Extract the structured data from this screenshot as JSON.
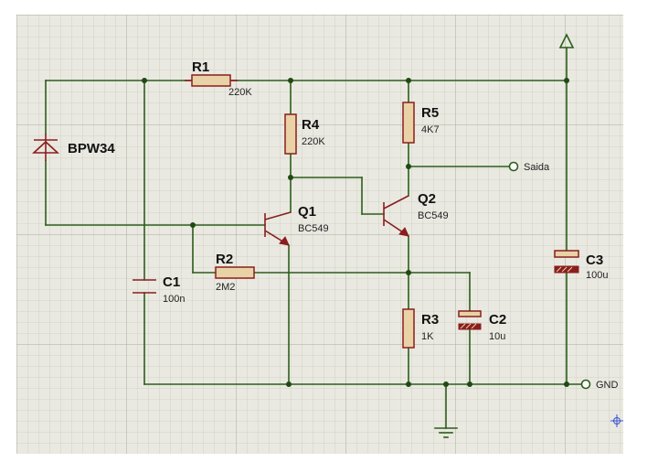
{
  "components": {
    "r1": {
      "ref": "R1",
      "value": "220K"
    },
    "r2": {
      "ref": "R2",
      "value": "2M2"
    },
    "r3": {
      "ref": "R3",
      "value": "1K"
    },
    "r4": {
      "ref": "R4",
      "value": "220K"
    },
    "r5": {
      "ref": "R5",
      "value": "4K7"
    },
    "c1": {
      "ref": "C1",
      "value": "100n"
    },
    "c2": {
      "ref": "C2",
      "value": "10u"
    },
    "c3": {
      "ref": "C3",
      "value": "100u"
    },
    "q1": {
      "ref": "Q1",
      "value": "BC549"
    },
    "q2": {
      "ref": "Q2",
      "value": "BC549"
    },
    "d1": {
      "ref": "BPW34"
    }
  },
  "terminals": {
    "output": "Saida",
    "ground": "GND"
  },
  "colors": {
    "background": "#e9e9e1",
    "grid_minor": "#cbcbbd",
    "grid_major": "#a9a99a",
    "wire": "#2c5e1a",
    "component_outline": "#8a1e1e",
    "component_fill": "#e8d2a6"
  }
}
